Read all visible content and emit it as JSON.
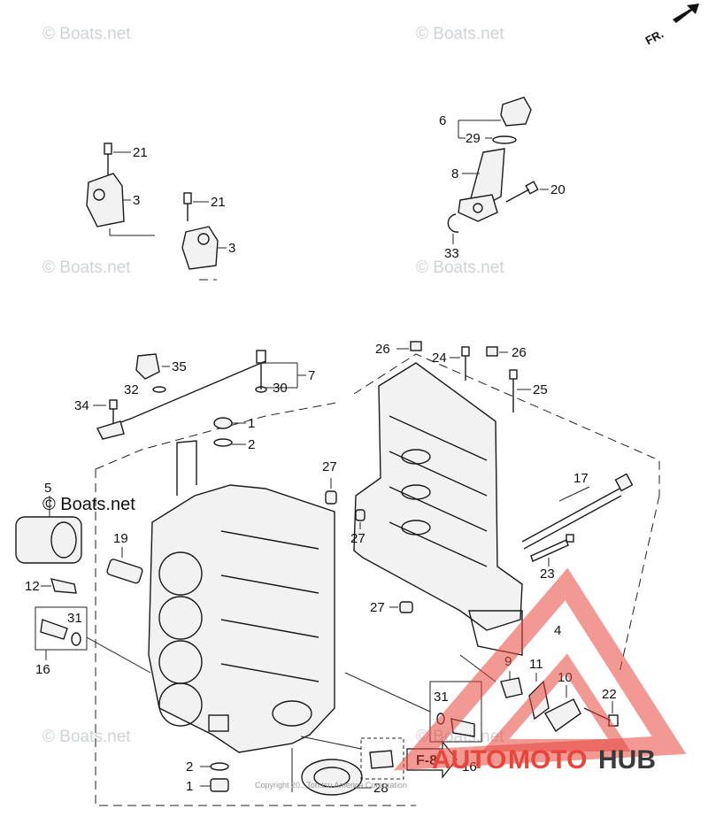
{
  "watermark": "© Boats.net",
  "watermark_dark": "© Boats.net",
  "direction_label": "FR.",
  "reference_label": "F-8",
  "copyright": "Copyright 20.. Toh.tsu America Corporation",
  "brand": {
    "part1": "AUTO",
    "part2": "MOTO",
    "part3": "HUB",
    "color_accent": "#e8463c",
    "color_dark": "#3a3a3a"
  },
  "callouts": {
    "c1a": "1",
    "c1b": "1",
    "c2a": "2",
    "c2b": "2",
    "c3a": "3",
    "c3b": "3",
    "c4": "4",
    "c5": "5",
    "c6": "6",
    "c7": "7",
    "c8": "8",
    "c9": "9",
    "c10": "10",
    "c11": "11",
    "c12": "12",
    "c16a": "16",
    "c16b": "16",
    "c17": "17",
    "c19": "19",
    "c20": "20",
    "c21a": "21",
    "c21b": "21",
    "c22": "22",
    "c23": "23",
    "c24": "24",
    "c25": "25",
    "c26a": "26",
    "c26b": "26",
    "c27a": "27",
    "c27b": "27",
    "c27c": "27",
    "c28": "28",
    "c29": "29",
    "c30": "30",
    "c31a": "31",
    "c31b": "31",
    "c32": "32",
    "c33": "33",
    "c34": "34",
    "c35": "35"
  }
}
